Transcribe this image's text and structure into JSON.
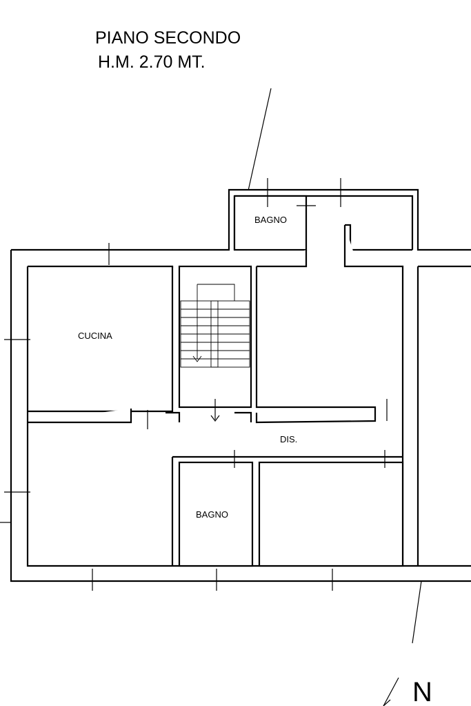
{
  "title": {
    "line1": "PIANO SECONDO",
    "line2": "H.M. 2.70 MT."
  },
  "rooms": {
    "bagno_top": "BAGNO",
    "cucina": "CUCINA",
    "dis": "DIS.",
    "bagno_bottom": "BAGNO"
  },
  "compass": {
    "label": "N"
  },
  "colors": {
    "ink": "#000000",
    "paper": "#ffffff"
  }
}
